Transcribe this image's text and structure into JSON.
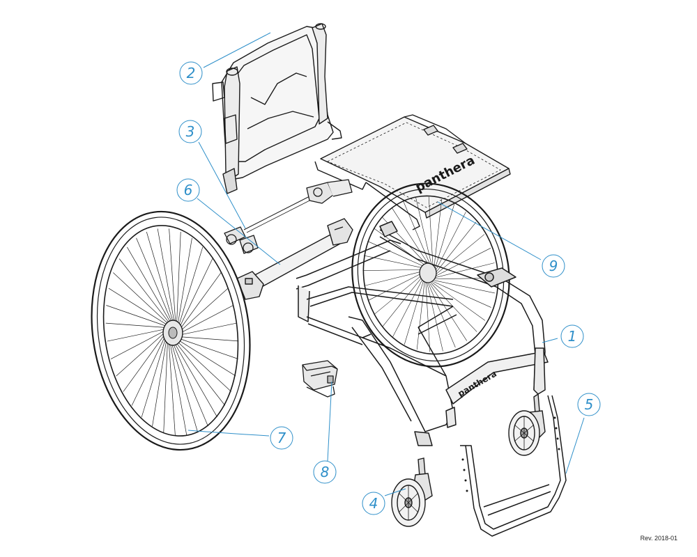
{
  "colors": {
    "callout": "#2e8fc9",
    "drawing": "#1a1a1a",
    "light": "#666666"
  },
  "brand_text": "panthera",
  "revision": "Rev. 2018-01",
  "callouts": [
    {
      "id": "1",
      "label": "1"
    },
    {
      "id": "2",
      "label": "2"
    },
    {
      "id": "3",
      "label": "3"
    },
    {
      "id": "4",
      "label": "4"
    },
    {
      "id": "5",
      "label": "5"
    },
    {
      "id": "6",
      "label": "6"
    },
    {
      "id": "7",
      "label": "7"
    },
    {
      "id": "8",
      "label": "8"
    },
    {
      "id": "9",
      "label": "9"
    }
  ]
}
